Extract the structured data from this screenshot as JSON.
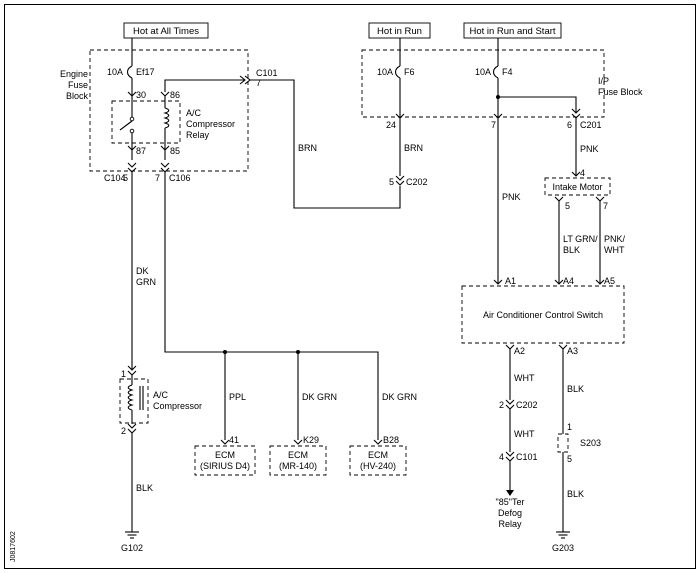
{
  "headers": {
    "hot_all_times": "Hot at All Times",
    "hot_in_run": "Hot in Run",
    "hot_run_start": "Hot in Run and Start"
  },
  "engine_fuse_block": {
    "label_lines": [
      "Engine",
      "Fuse",
      "Block"
    ],
    "fuse_amp": "10A",
    "fuse_name": "Ef17",
    "relay_label_lines": [
      "A/C",
      "Compressor",
      "Relay"
    ],
    "pins": {
      "p30": "30",
      "p86": "86",
      "p87": "87",
      "p85": "85"
    },
    "c104_pin": "5",
    "c104": "C104",
    "c106_pin": "7",
    "c106": "C106",
    "c101": "C101",
    "c101_pin": "7"
  },
  "ip_fuse_block": {
    "label_lines": [
      "I/P",
      "Fuse Block"
    ],
    "f6_amp": "10A",
    "f6": "F6",
    "f4_amp": "10A",
    "f4": "F4",
    "pin24": "24",
    "pin7": "7",
    "pin6": "6",
    "c201": "C201"
  },
  "wires": {
    "brn_a": "BRN",
    "brn_b": "BRN",
    "dk_grn_a_lines": [
      "DK",
      "GRN"
    ],
    "ppl": "PPL",
    "dk_grn_b": "DK GRN",
    "dk_grn_c": "DK GRN",
    "pnk_a": "PNK",
    "pnk_b": "PNK",
    "lt_grn_blk_lines": [
      "LT GRN/",
      "BLK"
    ],
    "pnk_wht_lines": [
      "PNK/",
      "WHT"
    ],
    "wht_a": "WHT",
    "wht_b": "WHT",
    "blk_a": "BLK",
    "blk_b": "BLK",
    "blk_c": "BLK"
  },
  "c202_top": {
    "pin": "5",
    "name": "C202"
  },
  "intake_motor": {
    "label": "Intake Motor",
    "pin4": "4",
    "pin5": "5",
    "pin7": "7"
  },
  "ac_control_switch": {
    "label": "Air Conditioner Control Switch",
    "a1": "A1",
    "a4": "A4",
    "a5": "A5",
    "a2": "A2",
    "a3": "A3"
  },
  "ac_compressor": {
    "label_lines": [
      "A/C",
      "Compressor"
    ],
    "pin1": "1",
    "pin2": "2"
  },
  "ecm1": {
    "pin": "41",
    "label": "ECM",
    "sub": "(SIRIUS D4)"
  },
  "ecm2": {
    "pin": "K29",
    "label": "ECM",
    "sub": "(MR-140)"
  },
  "ecm3": {
    "pin": "B28",
    "label": "ECM",
    "sub": "(HV-240)"
  },
  "c202_bottom": {
    "pin": "2",
    "name": "C202"
  },
  "c101_bottom": {
    "pin": "4",
    "name": "C101"
  },
  "defog_relay_lines": [
    "\"85\"Ter",
    "Defog",
    "Relay"
  ],
  "s203": {
    "name": "S203",
    "pin1": "1",
    "pin5": "5"
  },
  "grounds": {
    "g102": "G102",
    "g203": "G203"
  },
  "diagram_id": "J0817602"
}
